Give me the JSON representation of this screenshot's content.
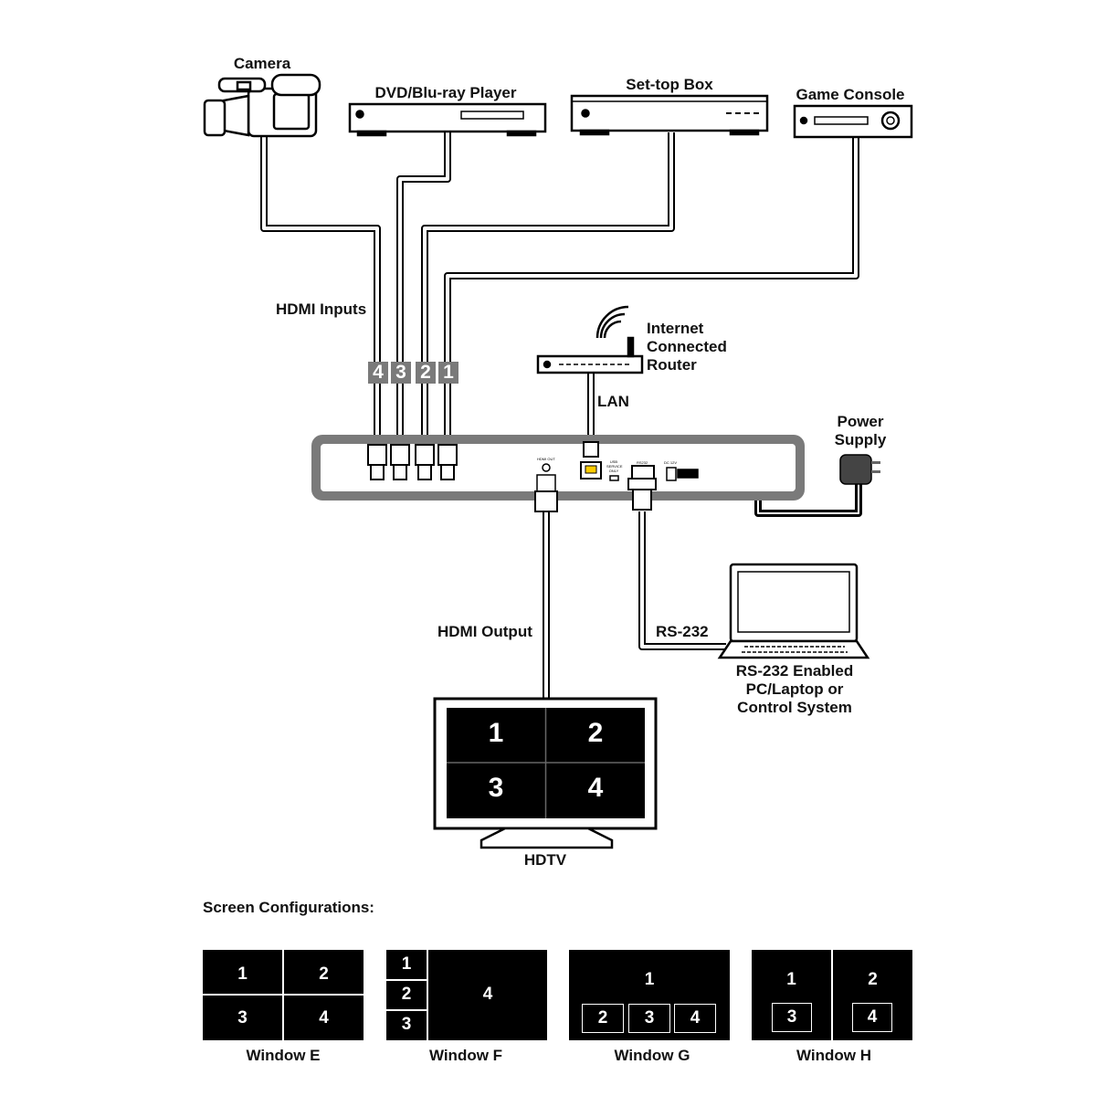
{
  "devices": {
    "camera": "Camera",
    "dvd": "DVD/Blu-ray Player",
    "settop": "Set-top Box",
    "game": "Game Console",
    "router": [
      "Internet",
      "Connected",
      "Router"
    ],
    "power": [
      "Power",
      "Supply"
    ],
    "pc": [
      "RS-232 Enabled",
      "PC/Laptop or",
      "Control System"
    ],
    "hdtv": "HDTV"
  },
  "labels": {
    "hdmi_inputs": "HDMI Inputs",
    "lan": "LAN",
    "hdmi_output": "HDMI Output",
    "rs232": "RS-232"
  },
  "input_ports": [
    "4",
    "3",
    "2",
    "1"
  ],
  "panel_labels": {
    "hdmi_out": "HDMI OUT",
    "usb": "USB SERVICE ONLY",
    "rs232": "RS232",
    "dc": "DC 12V"
  },
  "tv_windows": [
    "1",
    "2",
    "3",
    "4"
  ],
  "screen_config": {
    "heading": "Screen Configurations:",
    "windows": [
      {
        "caption": "Window E",
        "cells": [
          "1",
          "2",
          "3",
          "4"
        ]
      },
      {
        "caption": "Window F",
        "cells": [
          "1",
          "2",
          "3",
          "4"
        ]
      },
      {
        "caption": "Window G",
        "cells": [
          "1",
          "2",
          "3",
          "4"
        ]
      },
      {
        "caption": "Window H",
        "cells": [
          "1",
          "2",
          "3",
          "4"
        ]
      }
    ]
  }
}
